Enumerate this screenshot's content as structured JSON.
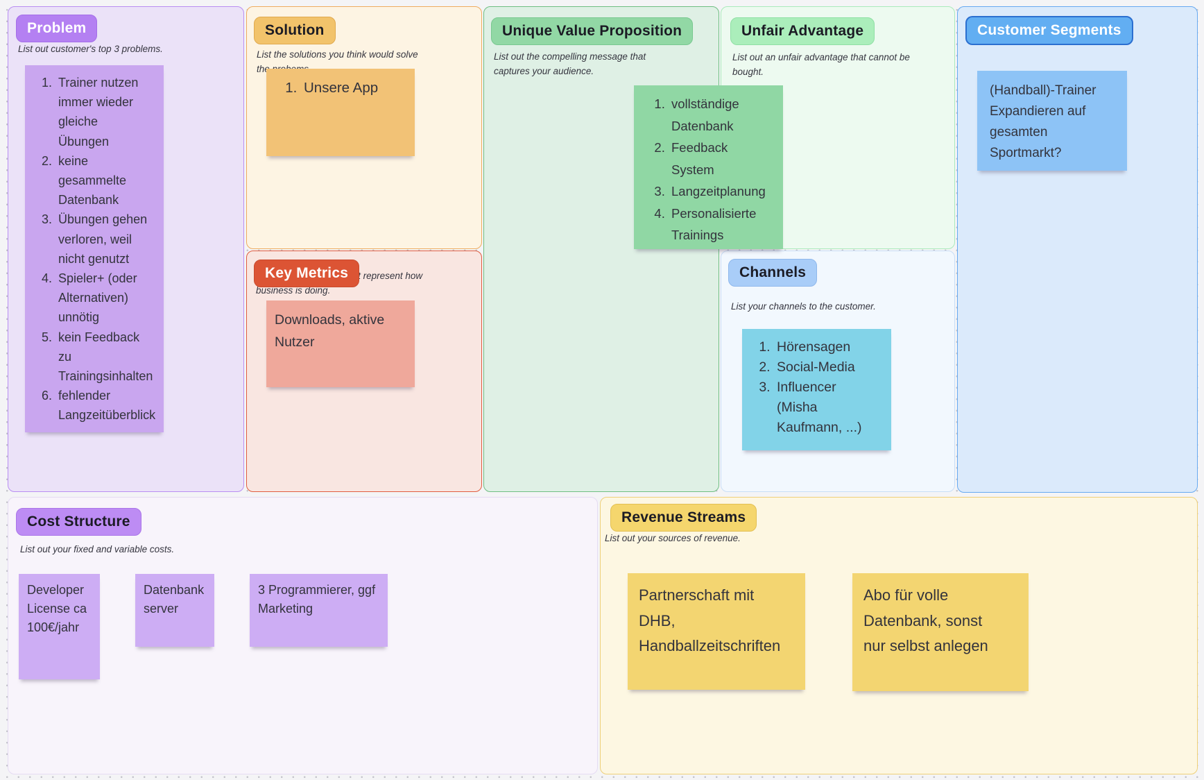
{
  "board": {
    "background_color": "#f4f4f6",
    "dot_grid_color": "#c3c3ca"
  },
  "sections": {
    "problem": {
      "title": "Problem",
      "subtitle": "List out customer's top 3 problems.",
      "colors": {
        "badge": "#b480f2",
        "badge_text": "#ffffff",
        "panel_bg": "#ebe2f8",
        "panel_border": "#b98ef2",
        "note": "#c9a6ef"
      },
      "note": {
        "items": [
          "Trainer nutzen immer wieder gleiche Übungen",
          "keine gesammelte Datenbank",
          "Übungen gehen verloren, weil nicht genutzt",
          "Spieler+ (oder Alternativen) unnötig",
          "kein Feedback zu Trainingsinhalten",
          "fehlender Langzeitüberblick"
        ]
      }
    },
    "solution": {
      "title": "Solution",
      "subtitle": "List the solutions you think would solve the probems.",
      "colors": {
        "badge": "#f2c36b",
        "badge_text": "#1b1b24",
        "panel_bg": "#fdf4e3",
        "panel_border": "#eeab5e",
        "note": "#f2c276"
      },
      "note": {
        "items": [
          "Unsere App"
        ]
      }
    },
    "key_metrics": {
      "title": "Key Metrics",
      "subtitle": "List the key numbers that represent how business is doing.",
      "colors": {
        "badge": "#dc5434",
        "badge_text": "#ffffff",
        "panel_bg": "#f9e6e1",
        "panel_border": "#e05c3e",
        "note": "#efa89b"
      },
      "note": {
        "text": "Downloads, aktive Nutzer"
      }
    },
    "unique_value_proposition": {
      "title": "Unique Value Proposition",
      "subtitle": "List out the compelling message that captures your audience.",
      "colors": {
        "badge": "#92d8a5",
        "badge_text": "#1b1b24",
        "panel_bg": "#dff0e5",
        "panel_border": "#6fbe82",
        "note": "#90d7a4"
      },
      "note": {
        "items": [
          "vollständige Datenbank",
          "Feedback System",
          "Langzeitplanung",
          "Personalisierte Trainings"
        ]
      }
    },
    "unfair_advantage": {
      "title": "Unfair Advantage",
      "subtitle": "List out an unfair advantage that cannot be bought.",
      "colors": {
        "badge": "#abeebb",
        "badge_text": "#1b1b24",
        "panel_bg": "#edfaf0",
        "panel_border": "#aaeabb"
      }
    },
    "channels": {
      "title": "Channels",
      "subtitle": "List your channels to the customer.",
      "colors": {
        "badge": "#a9cdf8",
        "badge_text": "#1b1b24",
        "panel_bg": "#f2f8fe",
        "panel_border": "#c9def6",
        "note": "#82d3e8"
      },
      "note": {
        "items": [
          "Hörensagen",
          "Social-Media",
          "Influencer (Misha Kaufmann, ...)"
        ]
      }
    },
    "customer_segments": {
      "title": "Customer Segments",
      "subtitle": "",
      "colors": {
        "badge": "#62aef2",
        "badge_border": "#2b6fd0",
        "badge_text": "#ffffff",
        "panel_bg": "#dbeafb",
        "panel_border": "#66a9f1",
        "note": "#8dc3f6"
      },
      "note": {
        "text": "(Handball)-Trainer Expandieren auf gesamten Sportmarkt?"
      }
    },
    "cost_structure": {
      "title": "Cost Structure",
      "subtitle": "List out your fixed and variable costs.",
      "colors": {
        "badge": "#bd8cf4",
        "badge_text": "#1b1b24",
        "panel_bg": "#f8f4fb",
        "panel_border": "#e5dbf3",
        "note": "#cdadf4"
      },
      "notes": [
        {
          "text": "Developer License\n\nca 100€/jahr"
        },
        {
          "text": "Datenbank server"
        },
        {
          "text": "3 Programmierer, ggf Marketing"
        }
      ]
    },
    "revenue_streams": {
      "title": "Revenue Streams",
      "subtitle": "List out your sources of revenue.",
      "colors": {
        "badge": "#f5d66d",
        "badge_text": "#1b1b24",
        "panel_bg": "#fdf7e2",
        "panel_border": "#efd078",
        "note": "#f3d571"
      },
      "notes": [
        {
          "text": "Partnerschaft mit DHB, Handballzeitschriften"
        },
        {
          "text": "Abo für volle Datenbank, sonst nur selbst anlegen"
        }
      ]
    }
  }
}
